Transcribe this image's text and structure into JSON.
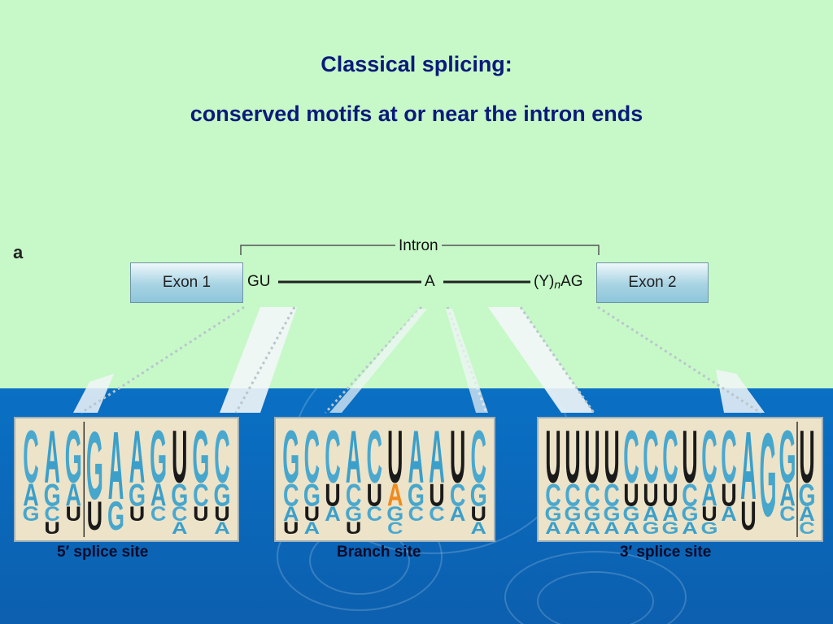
{
  "title": {
    "line1": "Classical splicing:",
    "line2": "conserved motifs at or near the intron ends"
  },
  "panel_label": "a",
  "gene": {
    "intron_label": "Intron",
    "exon1_label": "Exon 1",
    "exon2_label": "Exon 2",
    "donor_site": "GU",
    "branch_point": "A",
    "acceptor_prefix": "(Y)",
    "acceptor_subscript": "n",
    "acceptor_suffix": "AG"
  },
  "captions": {
    "five_prime": "5′ splice site",
    "branch": "Branch site",
    "three_prime": "3′ splice site"
  },
  "logos": {
    "five_prime": {
      "columns": [
        [
          "C",
          "A",
          "G"
        ],
        [
          "A",
          "G",
          "C",
          "U"
        ],
        [
          "G",
          "A",
          "U"
        ],
        [
          "G",
          "U"
        ],
        [
          "A",
          "G"
        ],
        [
          "A",
          "G",
          "U"
        ],
        [
          "G",
          "A",
          "C"
        ],
        [
          "U",
          "G",
          "C",
          "A"
        ],
        [
          "G",
          "C",
          "U"
        ],
        [
          "C",
          "G",
          "U",
          "A"
        ]
      ]
    },
    "branch": {
      "columns": [
        [
          "G",
          "C",
          "A",
          "U"
        ],
        [
          "C",
          "G",
          "U",
          "A"
        ],
        [
          "C",
          "U",
          "A"
        ],
        [
          "A",
          "C",
          "G",
          "U"
        ],
        [
          "C",
          "U",
          "C"
        ],
        [
          "U",
          "A",
          "G",
          "C"
        ],
        [
          "A",
          "G",
          "C"
        ],
        [
          "A",
          "U",
          "C"
        ],
        [
          "U",
          "C",
          "A"
        ],
        [
          "C",
          "G",
          "U",
          "A"
        ]
      ]
    },
    "three_prime": {
      "columns": [
        [
          "U",
          "C",
          "G",
          "A"
        ],
        [
          "U",
          "C",
          "G",
          "A"
        ],
        [
          "U",
          "C",
          "G",
          "A"
        ],
        [
          "U",
          "C",
          "G",
          "A"
        ],
        [
          "C",
          "U",
          "G",
          "A"
        ],
        [
          "C",
          "U",
          "A",
          "G"
        ],
        [
          "C",
          "U",
          "A",
          "G"
        ],
        [
          "U",
          "C",
          "G",
          "A"
        ],
        [
          "C",
          "A",
          "U",
          "G"
        ],
        [
          "C",
          "U",
          "A"
        ],
        [
          "A",
          "U"
        ],
        [
          "G"
        ],
        [
          "G",
          "A",
          "C"
        ],
        [
          "U",
          "G",
          "A",
          "C"
        ]
      ]
    }
  },
  "colors": {
    "background_top": "#c7f9c8",
    "background_bottom": "#0b6fc2",
    "title": "#0b1a7a",
    "base_C": "#4aa8cf",
    "base_A": "#3b9fca",
    "base_G": "#46a6cc",
    "base_U": "#1a1a1a",
    "branch_A": "#f08a1c"
  }
}
